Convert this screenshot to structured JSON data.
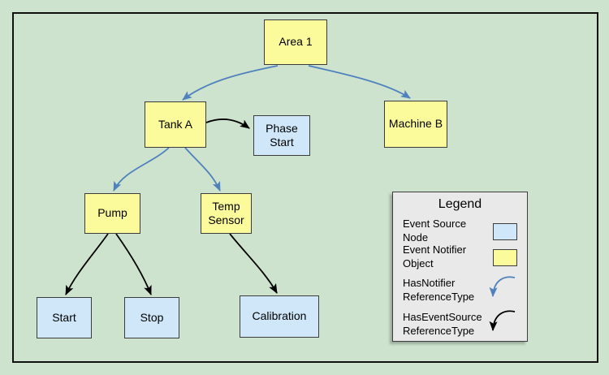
{
  "colors": {
    "background": "#cee3ce",
    "frame_border": "#111111",
    "node_border": "#3c3c3c",
    "event_source_fill": "#cfe7f8",
    "event_notifier_fill": "#fbfb9b",
    "legend_background": "#e9e9e9",
    "hasnotifier_arrow": "#4f81bd",
    "haseventsource_arrow": "#000000"
  },
  "nodes": {
    "area1": {
      "label": "Area 1",
      "type": "event-notifier"
    },
    "tank_a": {
      "label": "Tank A",
      "type": "event-notifier"
    },
    "machine_b": {
      "label": "Machine B",
      "type": "event-notifier"
    },
    "phase_start": {
      "label": "Phase Start",
      "type": "event-source"
    },
    "pump": {
      "label": "Pump",
      "type": "event-notifier"
    },
    "temp_sensor": {
      "label": "Temp Sensor",
      "type": "event-notifier"
    },
    "start": {
      "label": "Start",
      "type": "event-source"
    },
    "stop": {
      "label": "Stop",
      "type": "event-source"
    },
    "calibration": {
      "label": "Calibration",
      "type": "event-source"
    }
  },
  "edges": [
    {
      "from": "area1",
      "to": "tank_a",
      "type": "HasNotifier"
    },
    {
      "from": "area1",
      "to": "machine_b",
      "type": "HasNotifier"
    },
    {
      "from": "tank_a",
      "to": "phase_start",
      "type": "HasEventSource"
    },
    {
      "from": "tank_a",
      "to": "pump",
      "type": "HasNotifier"
    },
    {
      "from": "tank_a",
      "to": "temp_sensor",
      "type": "HasNotifier"
    },
    {
      "from": "pump",
      "to": "start",
      "type": "HasEventSource"
    },
    {
      "from": "pump",
      "to": "stop",
      "type": "HasEventSource"
    },
    {
      "from": "temp_sensor",
      "to": "calibration",
      "type": "HasEventSource"
    }
  ],
  "legend": {
    "title": "Legend",
    "source_label": "Event Source Node",
    "notifier_label": "Event Notifier Object",
    "hasnotifier_line1": "HasNotifier",
    "hasnotifier_line2": "ReferenceType",
    "haseventsource_line1": "HasEventSource",
    "haseventsource_line2": "ReferenceType"
  }
}
